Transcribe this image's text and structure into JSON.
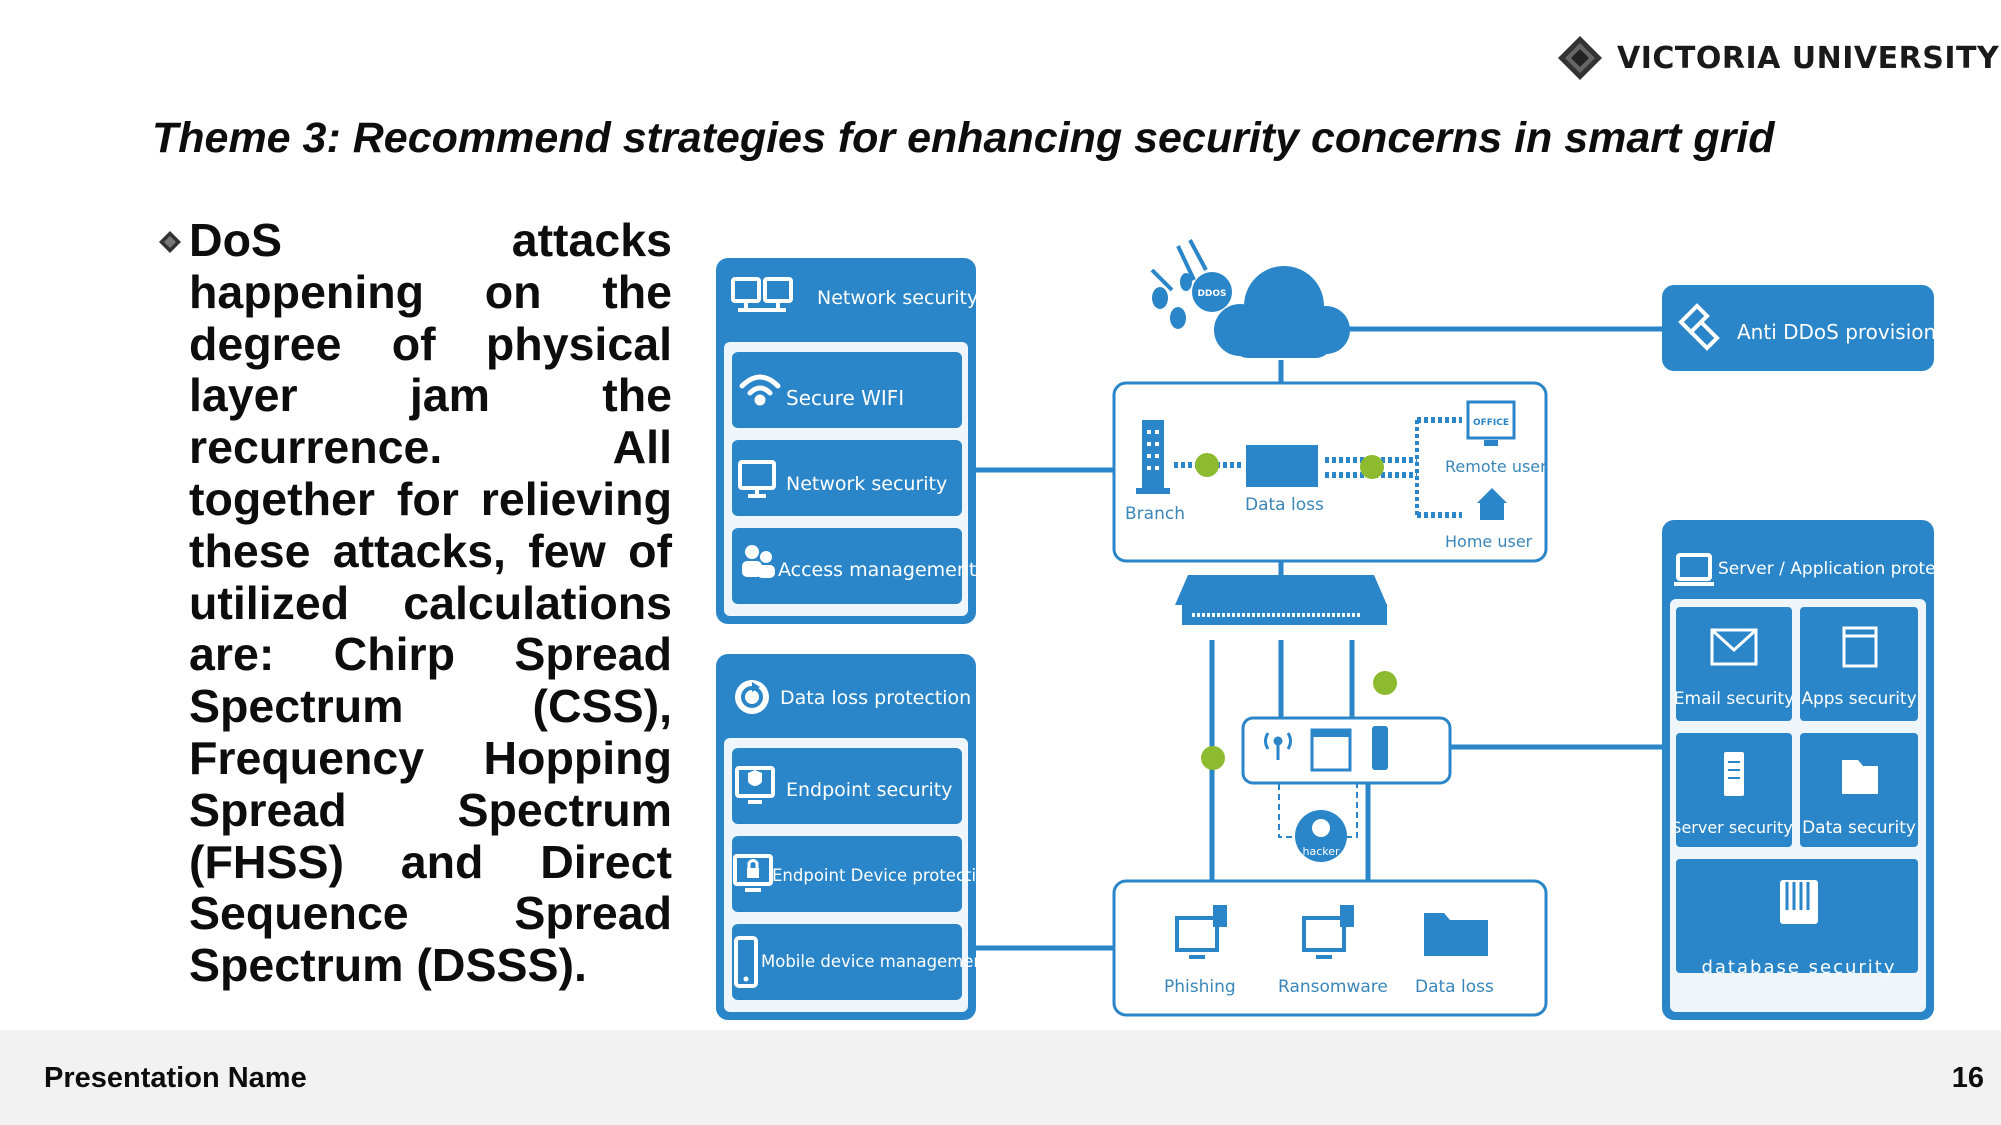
{
  "logo": {
    "text": "VICTORIA UNIVERSITY"
  },
  "slide": {
    "title": "Theme 3: Recommend strategies for enhancing security concerns in smart grid",
    "bullet": "DoS attacks happening on the degree of physical layer jam the recurrence. All together for relieving these attacks, few of utilized calculations are: Chirp Spread Spectrum (CSS), Frequency Hopping Spread Spectrum (FHSS) and Direct Sequence Spread Spectrum (DSSS)."
  },
  "diagram": {
    "left_top_panel": {
      "header": "Network security",
      "items": [
        "Secure WIFI",
        "Network security",
        "Access management"
      ]
    },
    "left_bottom_panel": {
      "header": "Data loss protection",
      "items": [
        "Endpoint security",
        "Endpoint Device protection",
        "Mobile device management"
      ]
    },
    "ddos_label": "DDOS",
    "anti_ddos": "Anti DDoS provision",
    "network_box": {
      "branch": "Branch",
      "data_loss": "Data loss",
      "office": "OFFICE",
      "remote_user": "Remote user",
      "home_user": "Home user"
    },
    "hacker": "hacker",
    "threats": [
      "Phishing",
      "Ransomware",
      "Data loss"
    ],
    "right_panel": {
      "header": "Server / Application protection",
      "tiles": [
        "Email security",
        "Apps security",
        "Server security",
        "Data security"
      ],
      "wide_tile": "database security"
    },
    "colors": {
      "primary": "#2a86c8",
      "accent": "#8dbb2f",
      "light": "#eef6fc"
    }
  },
  "footer": {
    "name": "Presentation Name",
    "page": "16"
  }
}
